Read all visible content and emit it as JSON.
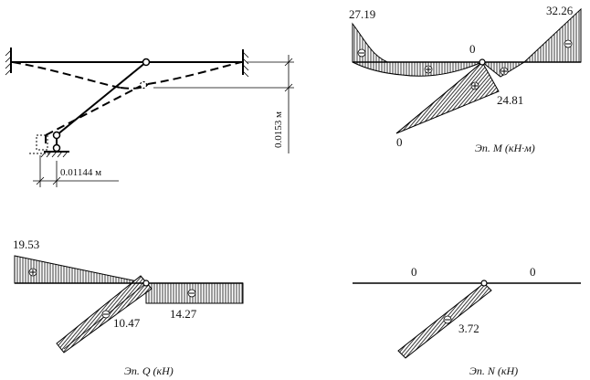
{
  "deflection": {
    "horizontal_label": "0.01144 м",
    "vertical_label": "0.0153 м"
  },
  "moment_diagram": {
    "caption": "Эп. M (кН·м)",
    "left_value": "27.19",
    "right_value": "32.26",
    "joint_value": "0",
    "bottom_value": "0",
    "mid_value": "24.81"
  },
  "shear_diagram": {
    "caption": "Эп. Q (кН)",
    "left_value": "19.53",
    "inclined_value": "10.47",
    "right_value": "14.27"
  },
  "axial_diagram": {
    "caption": "Эп. N (кН)",
    "left_value": "0",
    "right_value": "0",
    "inclined_value": "3.72"
  }
}
